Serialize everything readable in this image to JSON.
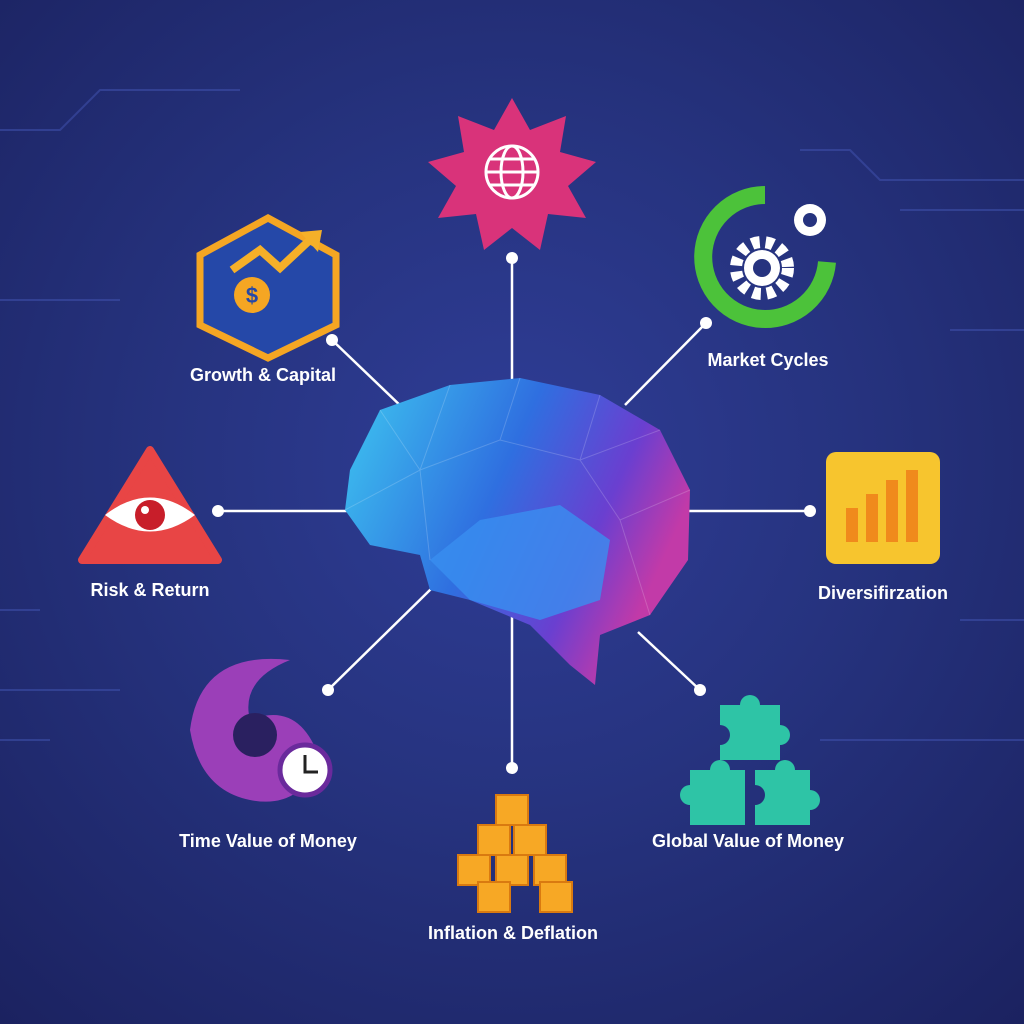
{
  "nodes": [
    {
      "id": "global-markets",
      "label": "",
      "icon": "globe-icon"
    },
    {
      "id": "growth-capital",
      "label": "Growth & Capital",
      "icon": "growth-dollar-icon"
    },
    {
      "id": "market-cycles",
      "label": "Market Cycles",
      "icon": "gear-cycle-icon"
    },
    {
      "id": "risk-return",
      "label": "Risk & Return",
      "icon": "eye-warning-icon"
    },
    {
      "id": "diversification",
      "label": "Diversifirzation",
      "icon": "bar-chart-icon"
    },
    {
      "id": "time-value",
      "label": "Time Value of Money",
      "icon": "clock-swirl-icon"
    },
    {
      "id": "inflation",
      "label": "Inflation & Deflation",
      "icon": "cubes-icon"
    },
    {
      "id": "global-value",
      "label": "Global Value of Money",
      "icon": "puzzle-icon"
    }
  ],
  "center": {
    "icon": "brain-icon"
  },
  "colors": {
    "background": "#26337f",
    "line": "#ffffff"
  }
}
